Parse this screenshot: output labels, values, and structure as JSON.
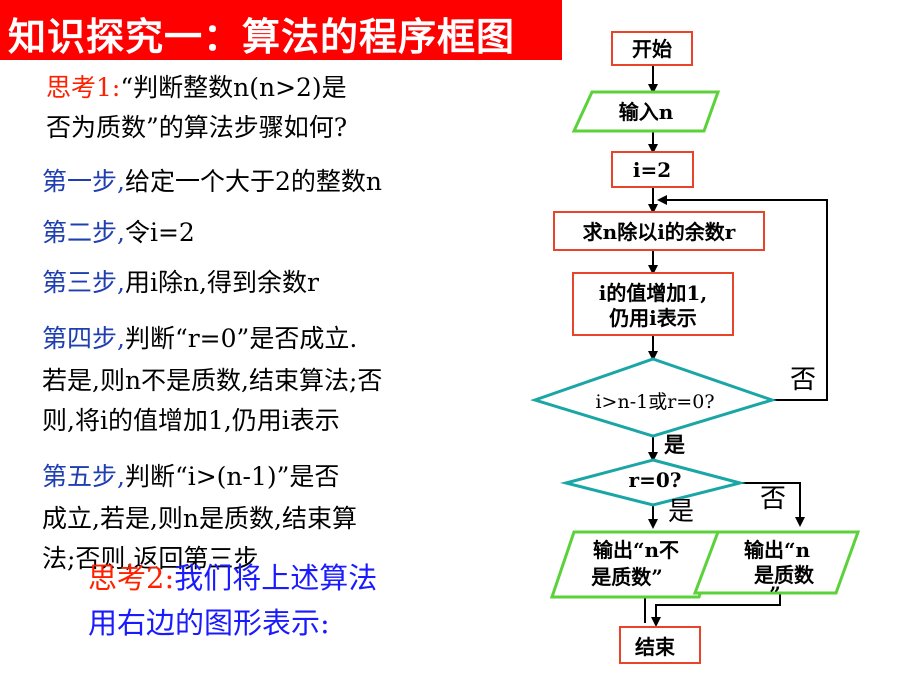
{
  "slide": {
    "title": "知识探究一：算法的程序框图",
    "think1_label": "思考1:",
    "think1_line1": "“判断整数n(n>2)是",
    "think1_line2": "否为质数”的算法步骤如何?",
    "step1_label": "第一步,",
    "step1_text": "给定一个大于2的整数n",
    "step2_label": "第二步,",
    "step2_text": "令i=2",
    "step3_label": "第三步,",
    "step3_text": "用i除n,得到余数r",
    "step4_label": "第四步,",
    "step4_line1": "判断“r=0”是否成立.",
    "step4_line2": "若是,则n不是质数,结束算法;否",
    "step4_line3": "则,将i的值增加1,仍用i表示",
    "step5_label": "第五步,",
    "step5_line1": "判断“i>(n-1)”是否",
    "step5_line2": "成立,若是,则n是质数,结束算",
    "step5_line3": "法;否则,返回第三步",
    "think2_label": "思考2:",
    "think2_line1": "我们将上述算法",
    "think2_line2": "用右边的图形表示:"
  },
  "flowchart": {
    "start": "开始",
    "input": "输入n",
    "init": "i=2",
    "remainder": "求n除以i的余数r",
    "increment_line1": "i的值增加1,",
    "increment_line2": "仍用i表示",
    "cond1": "i>n-1或r=0?",
    "cond1_no": "否",
    "cond1_yes": "是",
    "cond2": "r=0?",
    "cond2_yes": "是",
    "cond2_no": "否",
    "out_left_line1": "输出“n不",
    "out_left_line2": "是质数”",
    "out_right_line1": "输出“n",
    "out_right_line2": "是质数",
    "out_right_line3": "”",
    "end": "结束"
  },
  "colors": {
    "title_bg": "#ff0000",
    "process_border": "#e8442a",
    "io_border": "#5bd13a",
    "decision_border": "#1aa6a6",
    "step_label": "#1f3fb0",
    "think_label": "#ff2000",
    "think2_text": "#1a1aff"
  }
}
